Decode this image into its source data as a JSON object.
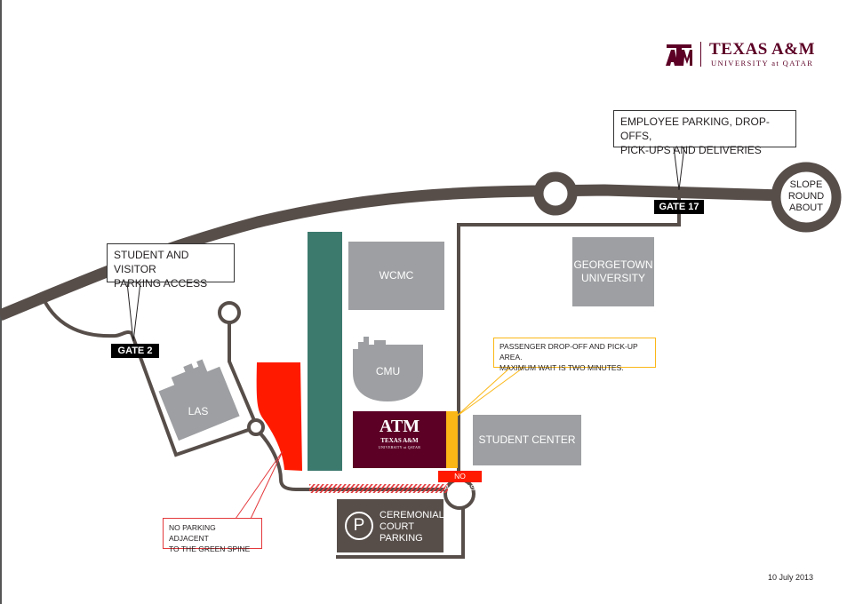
{
  "logo": {
    "name": "TEXAS A&M",
    "subtitle": "UNIVERSITY at QATAR",
    "mark": "ATM"
  },
  "colors": {
    "road": "#574e4a",
    "building": "#9d9fa2",
    "green_spine": "#3c7a6e",
    "tamu_maroon": "#5c0025",
    "no_parking_red": "#ff1a00",
    "dropoff_yellow": "#fbb716",
    "parking_dark": "#574e4a",
    "callout_red": "#e4393c",
    "callout_yellow": "#fbb716"
  },
  "callouts": {
    "employee": [
      "EMPLOYEE PARKING, DROP-OFFS,",
      "PICK-UPS AND DELIVERIES"
    ],
    "student_visitor": [
      "STUDENT AND VISITOR",
      "PARKING ACCESS"
    ],
    "dropoff": [
      "PASSENGER DROP-OFF AND PICK-UP AREA.",
      "MAXIMUM WAIT IS TWO MINUTES."
    ],
    "no_parking": [
      "NO PARKING ADJACENT",
      "TO THE GREEN SPINE"
    ]
  },
  "gates": {
    "gate2": "GATE 2",
    "gate17": "GATE 17"
  },
  "roundabout": [
    "SLOPE",
    "ROUND",
    "ABOUT"
  ],
  "buildings": {
    "wcmc": "WCMC",
    "cmu": "CMU",
    "las": "LAS",
    "georgetown": [
      "GEORGETOWN",
      "UNIVERSITY"
    ],
    "student_center": "STUDENT CENTER",
    "tamu_mark": "ATM",
    "tamu_name": "TEXAS A&M",
    "tamu_sub": "UNIVERSITY at QATAR"
  },
  "parking": {
    "symbol": "P",
    "label": [
      "CEREMONIAL",
      "COURT",
      "PARKING"
    ]
  },
  "no_access": "NO ACCESS",
  "date": "10 July 2013"
}
